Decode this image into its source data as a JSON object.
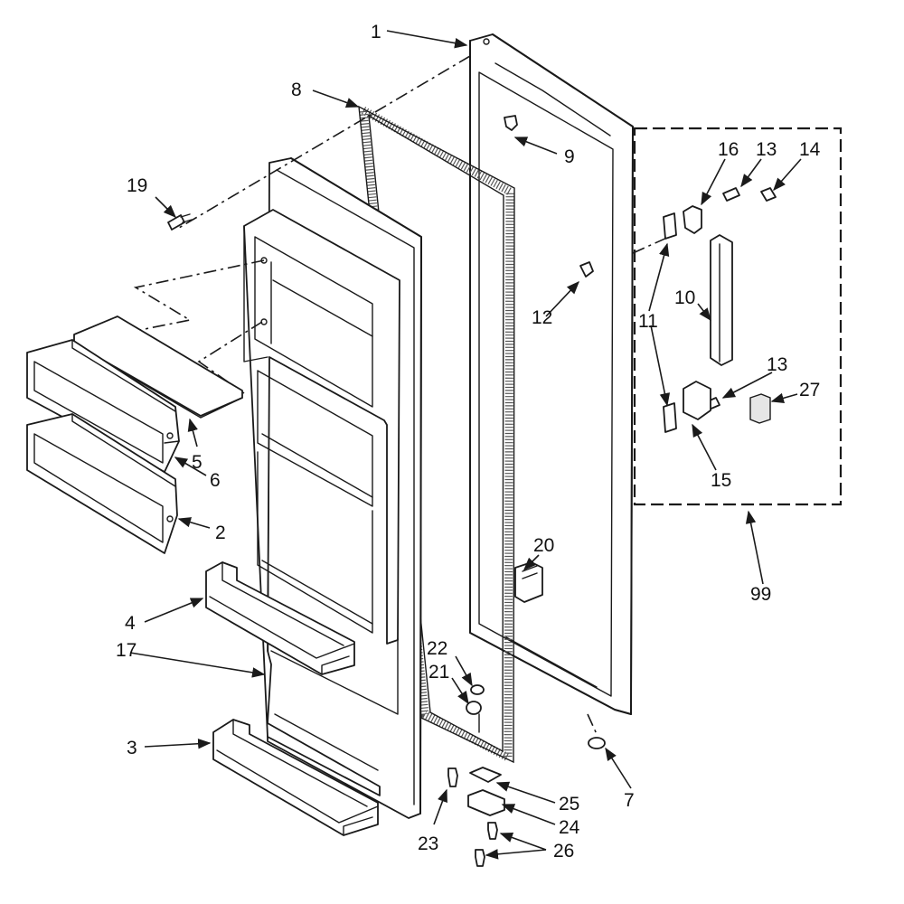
{
  "callouts": {
    "c1": "1",
    "c2": "2",
    "c3": "3",
    "c4": "4",
    "c5": "5",
    "c6": "6",
    "c7": "7",
    "c8": "8",
    "c9": "9",
    "c10": "10",
    "c11": "11",
    "c12": "12",
    "c13a": "13",
    "c13b": "13",
    "c14": "14",
    "c15": "15",
    "c16": "16",
    "c17": "17",
    "c19": "19",
    "c20": "20",
    "c21": "21",
    "c22": "22",
    "c23": "23",
    "c24": "24",
    "c25": "25",
    "c26": "26",
    "c27": "27",
    "c99": "99"
  },
  "colors": {
    "line": "#1a1a1a",
    "background": "#ffffff"
  }
}
